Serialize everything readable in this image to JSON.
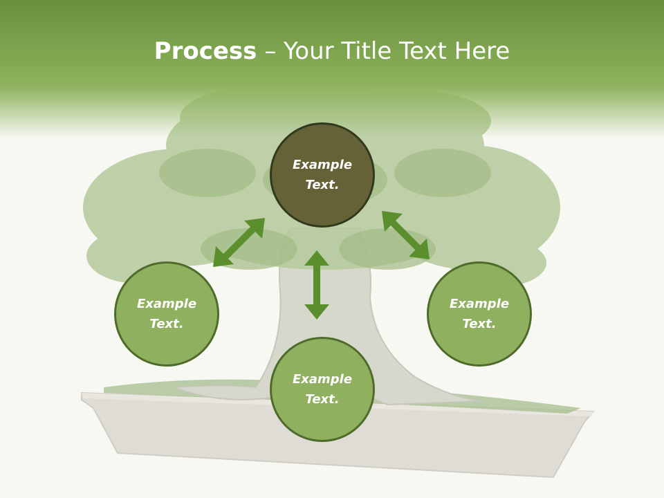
{
  "slide": {
    "title_bold": "Process",
    "title_sep": " – ",
    "title_rest": "Your Title Text Here"
  },
  "circles": {
    "top": "Example\nText.",
    "left": "Example\nText.",
    "right": "Example\nText.",
    "bottom": "Example\nText."
  },
  "colors": {
    "header": "#82a952",
    "circle_fill": "#8fb05e",
    "circle_main_fill": "#666237",
    "circle_border": "#4f6b2c",
    "arrow": "#5b8f2d"
  },
  "icons": {
    "background": "bonsai-tree-illustration",
    "arrows": "double-headed-arrow"
  }
}
